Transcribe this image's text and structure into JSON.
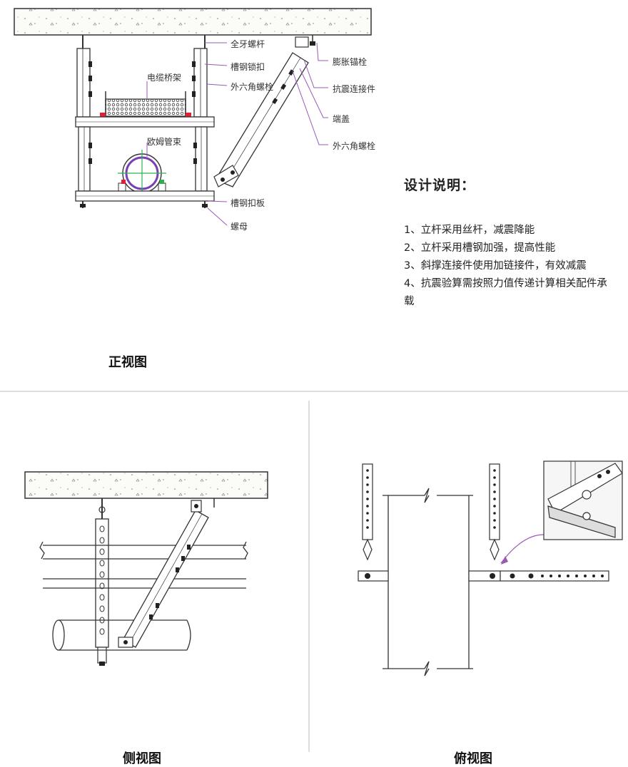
{
  "front_view": {
    "title": "正视图",
    "labels": {
      "threaded_rod": "全牙螺杆",
      "channel_lock": "槽钢锁扣",
      "hex_bolt_1": "外六角螺栓",
      "cable_tray": "电缆桥架",
      "omega_clamp": "欧姆管束",
      "channel_plate": "槽钢扣板",
      "nut": "螺母",
      "expansion_anchor": "膨胀锚栓",
      "seismic_connector": "抗震连接件",
      "end_cap": "端盖",
      "hex_bolt_2": "外六角螺栓"
    }
  },
  "design_notes": {
    "title": "设计说明：",
    "items": [
      "1、立杆采用丝杆，减震降能",
      "2、立杆采用槽钢加强，提高性能",
      "3、斜撑连接件使用加链接件，有效减震",
      "4、抗震验算需按照力值传递计算相关配件承载"
    ]
  },
  "side_view": {
    "title": "侧视图"
  },
  "top_view": {
    "title": "俯视图"
  },
  "colors": {
    "line": "#333333",
    "leader": "#9b59b6",
    "green": "#2bb24c",
    "divider": "#bbbbbb"
  }
}
